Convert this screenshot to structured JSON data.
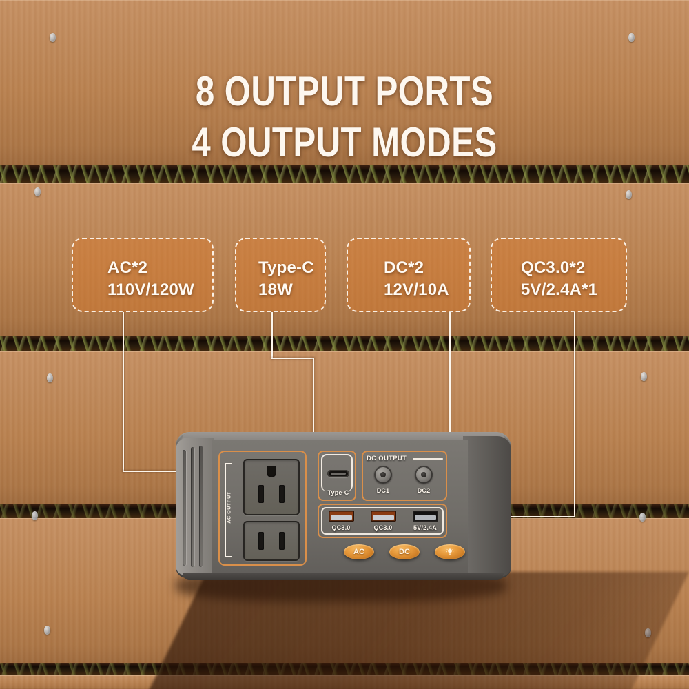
{
  "headline": {
    "line1": "8 OUTPUT PORTS",
    "line2": "4 OUTPUT MODES"
  },
  "colors": {
    "accent_orange": "#db7a2a",
    "card_border": "#fffaf4",
    "connector_line": "#fdf6ec",
    "device_body": "#6e6b67",
    "button_orange": "#e79a3c",
    "wood": "#b9814f",
    "grass_gap": "#1a1006"
  },
  "spec_cards": [
    {
      "title": "AC*2",
      "value": "110V/120W"
    },
    {
      "title": "Type-C",
      "value": "18W"
    },
    {
      "title": "DC*2",
      "value": "12V/10A"
    },
    {
      "title": "QC3.0*2",
      "value": "5V/2.4A*1"
    }
  ],
  "device": {
    "ac_section": {
      "label": "AC OUTPUT",
      "outlets": [
        "3-prong-grounded-outlet",
        "2-prong-outlet"
      ]
    },
    "typec_section": {
      "label": "Type-C"
    },
    "dc_section": {
      "title": "DC OUTPUT",
      "ports": [
        {
          "label": "DC1"
        },
        {
          "label": "DC2"
        }
      ]
    },
    "usb_section": {
      "ports": [
        {
          "label": "QC3.0"
        },
        {
          "label": "QC3.0"
        },
        {
          "label": "5V/2.4A"
        }
      ]
    },
    "buttons": [
      {
        "label": "AC",
        "icon": "none"
      },
      {
        "label": "DC",
        "icon": "none"
      },
      {
        "label": "",
        "icon": "light-bulb-icon"
      }
    ]
  }
}
